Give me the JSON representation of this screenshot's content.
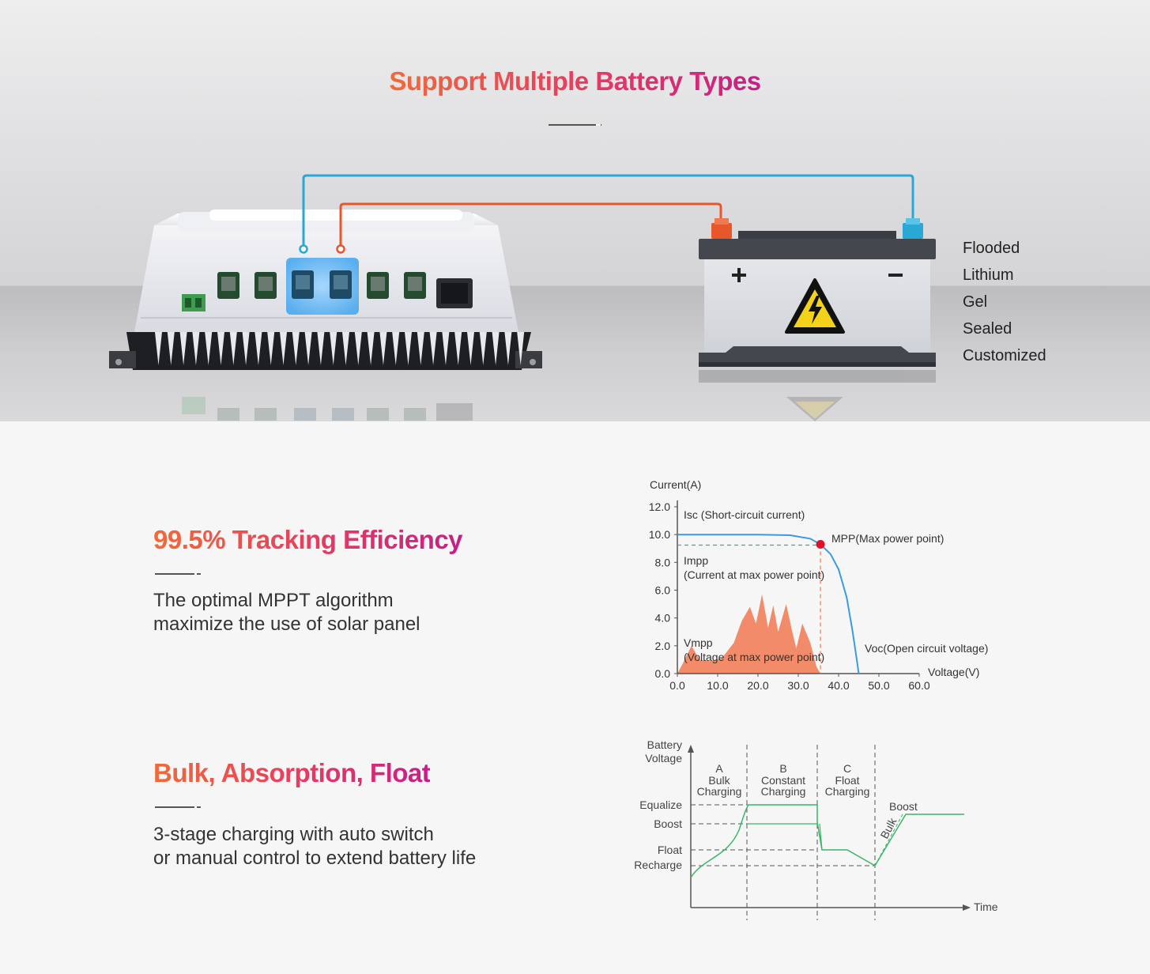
{
  "hero": {
    "title": "Support Multiple Battery Types",
    "battery_types": [
      "Flooded",
      "Lithium",
      "Gel",
      "Sealed",
      "Customized"
    ],
    "colors": {
      "positive_wire": "#e8572b",
      "negative_wire": "#29a8d6",
      "accent": "#e43b62"
    }
  },
  "tracking": {
    "title": "99.5% Tracking Efficiency",
    "desc_line1": "The optimal MPPT algorithm",
    "desc_line2": "maximize the use of solar panel"
  },
  "charging": {
    "title": "Bulk, Absorption, Float",
    "desc_line1": "3-stage charging with auto switch",
    "desc_line2": "or manual control to extend battery life"
  },
  "chart_data": [
    {
      "type": "line",
      "ylabel": "Current(A)",
      "xlabel": "Voltage(V)",
      "y_ticks": [
        "0.0",
        "2.0",
        "4.0",
        "6.0",
        "8.0",
        "10.0",
        "12.0"
      ],
      "x_ticks": [
        "0.0",
        "10.0",
        "20.0",
        "30.0",
        "40.0",
        "50.0",
        "60.0"
      ],
      "xlim": [
        0,
        60
      ],
      "ylim": [
        0,
        12
      ],
      "series": [
        {
          "x": [
            0,
            10,
            20,
            28,
            33,
            35.5,
            38,
            40,
            42,
            43.5,
            44.5,
            45
          ],
          "y": [
            10.0,
            10.0,
            10.0,
            9.95,
            9.7,
            9.3,
            8.6,
            7.5,
            5.5,
            3.0,
            1.0,
            0
          ]
        }
      ],
      "mpp": {
        "x": 35.5,
        "y": 9.3
      },
      "annotations": {
        "isc": "Isc (Short-circuit current)",
        "mpp": "MPP(Max power point)",
        "impp_1": "Impp",
        "impp_2": "(Current at max power point)",
        "vmpp_1": "Vmpp",
        "vmpp_2": "(Voltage at max power point)",
        "voc": "Voc(Open circuit voltage)"
      },
      "colors": {
        "curve": "#3a9be0",
        "mpp": "#e0102a",
        "impp_line": "#3cb46a",
        "vmpp_line": "#f07850",
        "area": "#f07850"
      }
    },
    {
      "type": "line",
      "ylabel_1": "Battery",
      "ylabel_2": "Voltage",
      "xlabel": "Time",
      "levels": [
        "Equalize",
        "Boost",
        "Float",
        "Recharge"
      ],
      "stages": [
        {
          "letter": "A",
          "line1": "Bulk",
          "line2": "Charging"
        },
        {
          "letter": "B",
          "line1": "Constant",
          "line2": "Charging"
        },
        {
          "letter": "C",
          "line1": "Float",
          "line2": "Charging"
        }
      ],
      "annotations": {
        "boost": "Boost",
        "bulk": "Bulk"
      },
      "colors": {
        "curve": "#3cb46a",
        "guide": "#555555"
      }
    }
  ]
}
